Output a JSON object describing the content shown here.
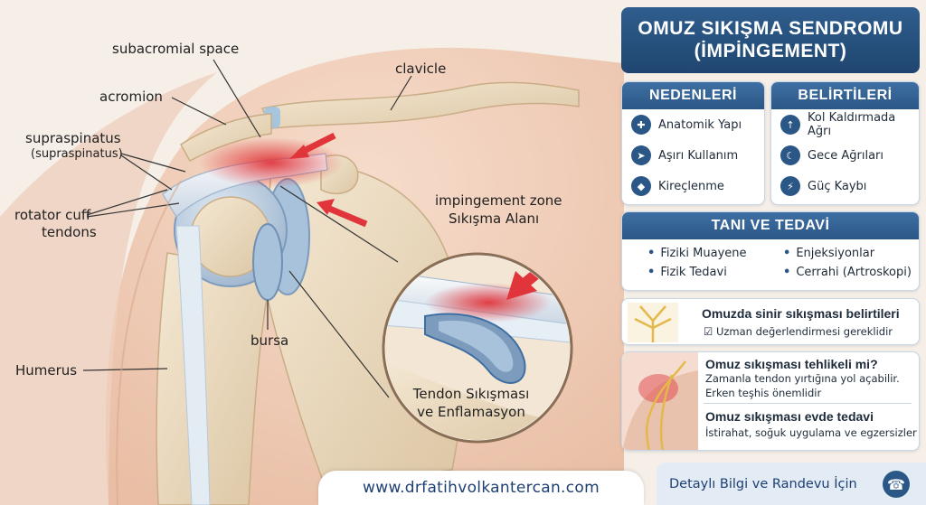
{
  "illustration": {
    "labels": {
      "subacromial_space": "subacromial space",
      "acromion": "acromion",
      "clavicle": "clavicle",
      "supraspinatus": "supraspinatus",
      "supraspinatus_sub": "(supraspinatus)",
      "rotator_cuff_1": "rotator cuff",
      "rotator_cuff_2": "tendons",
      "impingement_1": "impingement zone",
      "impingement_2": "Sıkışma Alanı",
      "bursa": "bursa",
      "humerus": "Humerus",
      "zoom_title_1": "Tendon Sıkışması",
      "zoom_title_2": "ve Enflamasyon"
    },
    "website": "www.drfatihvolkantercan.com"
  },
  "panel": {
    "title_line1": "OMUZ SIKIŞMA SENDROMU",
    "title_line2": "(İMPİNGEMENT)",
    "causes": {
      "heading": "NEDENLERİ",
      "items": [
        {
          "icon": "anatomy-icon",
          "label": "Anatomik Yapı"
        },
        {
          "icon": "runner-icon",
          "label": "Aşırı Kullanım"
        },
        {
          "icon": "calcification-icon",
          "label": "Kireçlenme"
        }
      ]
    },
    "symptoms": {
      "heading": "BELİRTİLERİ",
      "items": [
        {
          "icon": "arm-raise-icon",
          "label": "Kol Kaldırmada Ağrı"
        },
        {
          "icon": "moon-icon",
          "label": "Gece Ağrıları"
        },
        {
          "icon": "lightning-icon",
          "label": "Güç Kaybı"
        }
      ]
    },
    "diagnosis_treatment": {
      "heading": "TANI VE TEDAVİ",
      "items": [
        "Fiziki Muayene",
        "Enjeksiyonlar",
        "Fizik Tedavi",
        "Cerrahi (Artroskopi)"
      ]
    },
    "nerve": {
      "title": "Omuzda sinir sıkışması belirtileri",
      "sub": "Uzman değerlendirmesi gereklidir"
    },
    "danger": {
      "q1": "Omuz sıkışması tehlikeli mi?",
      "a1_line1": "Zamanla tendon yırtığına yol açabilir.",
      "a1_line2": "Erken teşhis önemlidir",
      "q2": "Omuz sıkışması evde tedavi",
      "a2": "İstirahat, soğuk uygulama ve egzersizler"
    },
    "contact": "Detaylı Bilgi ve Randevu İçin"
  },
  "colors": {
    "navy": "#1f4670",
    "accent_blue": "#2b5787",
    "inflammation_red": "#e0353b",
    "bone": "#efe0c6",
    "skin": "#f1d2be"
  }
}
